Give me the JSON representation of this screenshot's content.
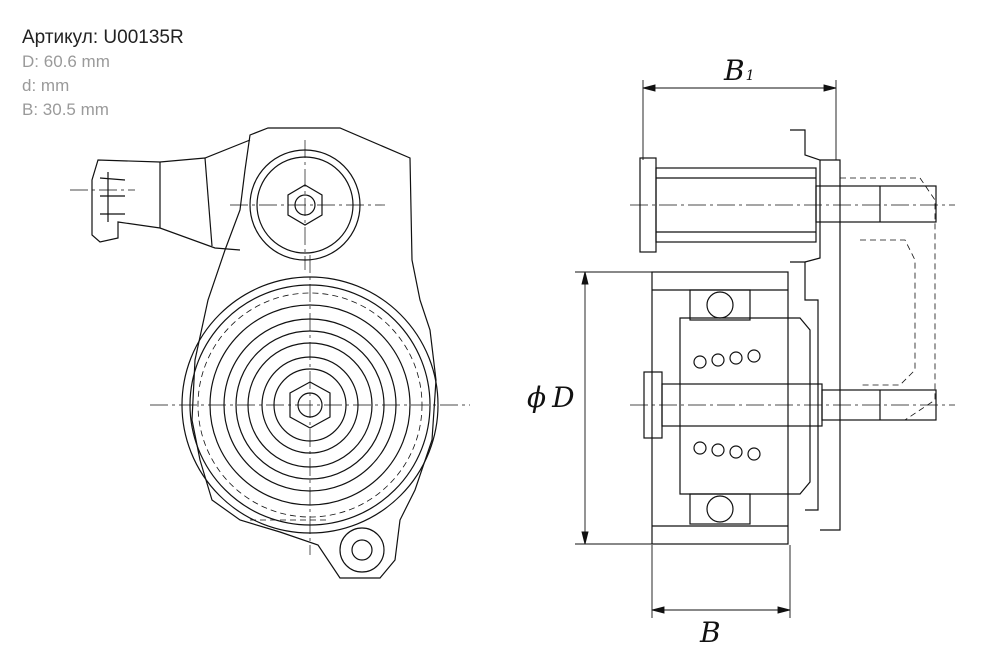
{
  "product": {
    "article_label": "Артикул:",
    "article_value": "U00135R"
  },
  "specs": [
    {
      "label": "D:",
      "value": "60.6 mm"
    },
    {
      "label": "d:",
      "value": " mm"
    },
    {
      "label": "B:",
      "value": "30.5 mm"
    }
  ],
  "drawing": {
    "dim_b1_letter": "B",
    "dim_b1_sub": "1",
    "dim_d_letter": "D",
    "dim_d_prefix": "ϕ",
    "dim_b_letter": "B"
  }
}
